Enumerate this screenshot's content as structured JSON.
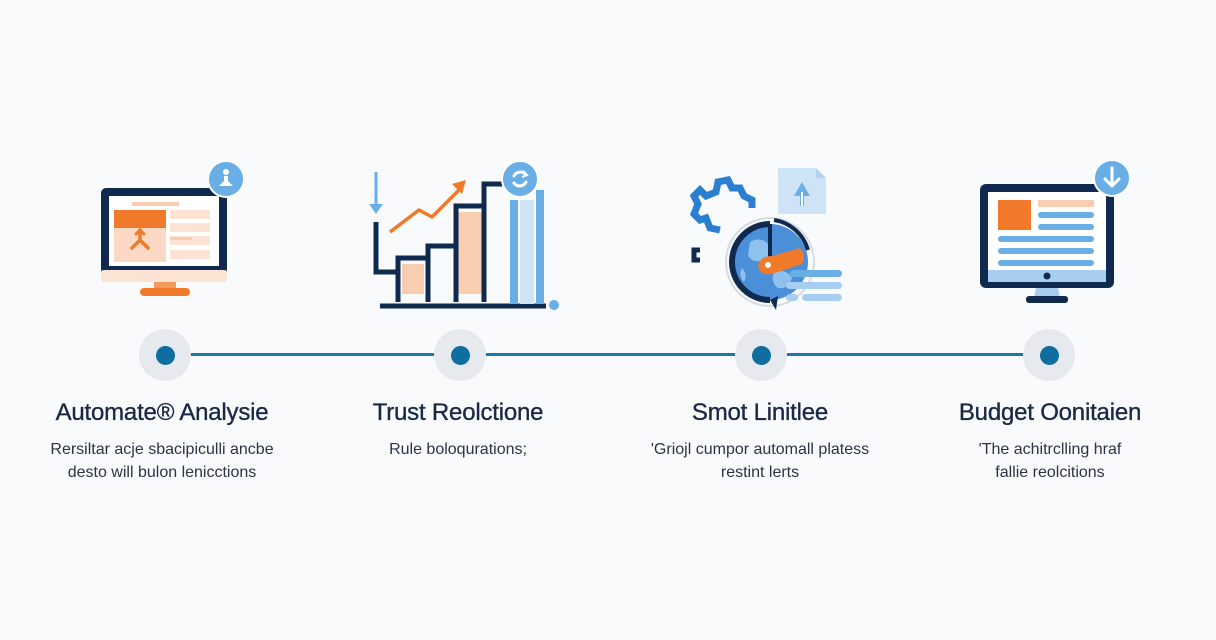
{
  "colors": {
    "background": "#f9fafb",
    "navy": "#10294f",
    "orange": "#f07a2a",
    "peach": "#f9cdb2",
    "light_blue": "#6aaee6",
    "pale_blue": "#cfe3f6",
    "timeline": "#1f77a8",
    "node_dot": "#0d6e9f",
    "node_halo": "#e6e9ee",
    "title_text": "#1a2946",
    "desc_text": "#2b3445"
  },
  "timeline": {
    "steps": [
      {
        "icon": "monitor-dashboard-icon",
        "badge_icon": "user-profile-icon",
        "title": "Automate® Analysie",
        "description_lines": [
          "Rersiltar acje sbacipiculli ancbe",
          "desto will bulon lenicctions"
        ]
      },
      {
        "icon": "bar-chart-growth-icon",
        "badge_icon": "refresh-icon",
        "title": "Trust Reolctione",
        "description_lines": [
          "Rule boloqurations;"
        ]
      },
      {
        "icon": "gear-globe-icon",
        "badge_icon": "upload-document-icon",
        "title": "Smot Linitlee",
        "description_lines": [
          "'Griojl cumpor automall platess",
          "restint lerts"
        ]
      },
      {
        "icon": "monitor-document-icon",
        "badge_icon": "download-icon",
        "title": "Budget Oonitaien",
        "description_lines": [
          "'The achitrclling hraf",
          "fallie reolcitions"
        ]
      }
    ]
  }
}
